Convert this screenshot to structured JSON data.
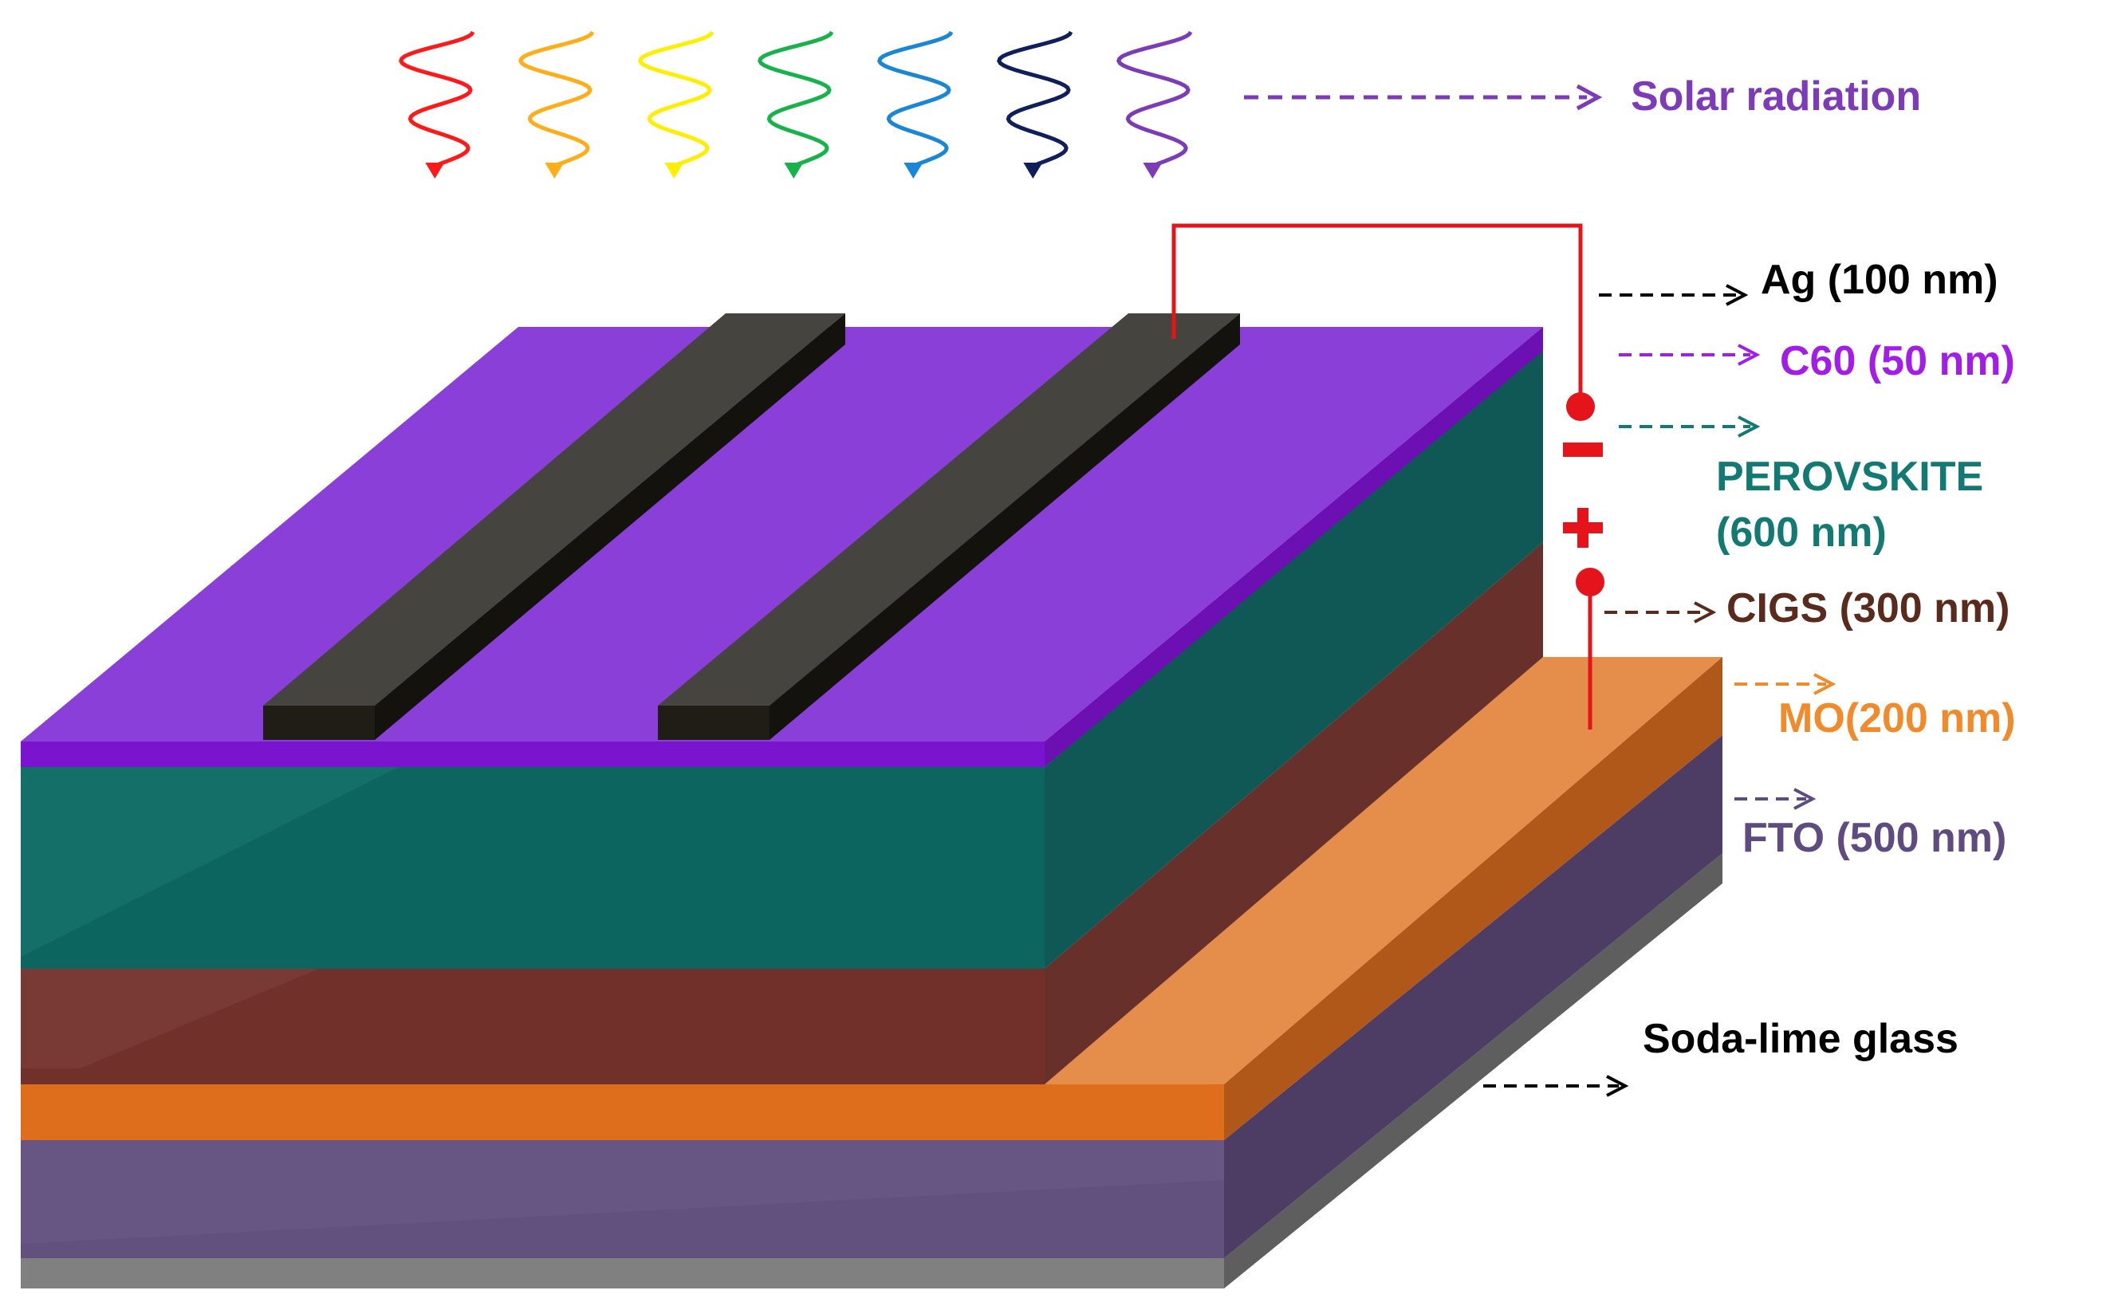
{
  "diagram": {
    "solar_label": "Solar radiation",
    "wave_colors": [
      "#ff1a1a",
      "#ffae1a",
      "#ffee00",
      "#17b34a",
      "#1a86d6",
      "#0e1f5c",
      "#7d3bb8"
    ],
    "layers": [
      {
        "key": "ag",
        "label": "Ag (100 nm)",
        "color": "#000000"
      },
      {
        "key": "c60",
        "label": "C60 (50 nm)",
        "color": "#a21ee6"
      },
      {
        "key": "perovskite",
        "label_line1": "PEROVSKITE",
        "label_line2": "(600 nm)",
        "color": "#127a72"
      },
      {
        "key": "cigs",
        "label": "CIGS (300 nm)",
        "color": "#5a2a1c"
      },
      {
        "key": "mo",
        "label": "MO(200 nm)",
        "color": "#f08a2a"
      },
      {
        "key": "fto",
        "label": "FTO (500 nm)",
        "color": "#5e4b80"
      },
      {
        "key": "glass",
        "label": "Soda-lime glass",
        "color": "#000000"
      }
    ],
    "polarity": {
      "negative": "−",
      "positive": "+"
    },
    "circuit_color": "#e5141a"
  }
}
